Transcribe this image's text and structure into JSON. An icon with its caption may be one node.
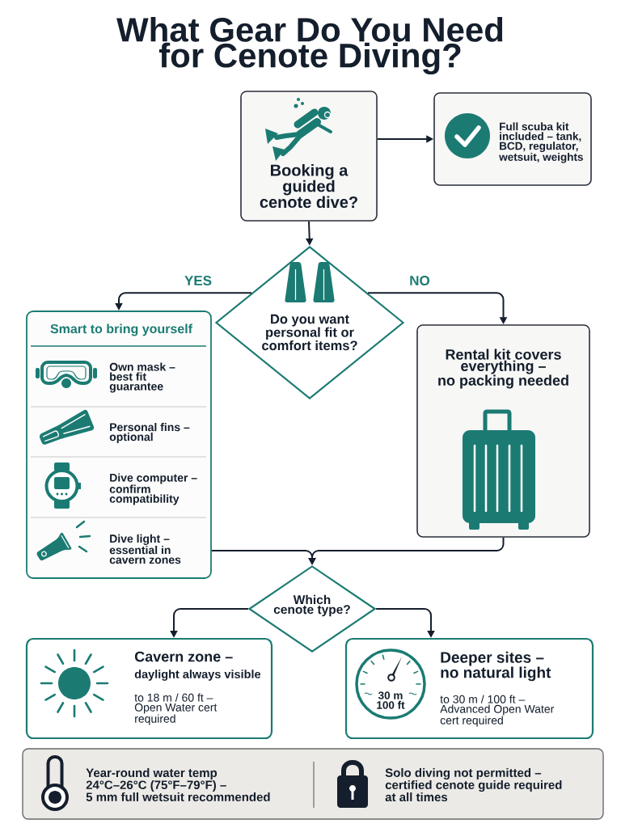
{
  "diagram": {
    "title": "What Gear Do You Need for Cenote Diving?",
    "nodes": [
      {
        "text": [
          "Booking a guided cenote dive?"
        ]
      },
      {
        "text": [
          "Full scuba kit included – tank, BCD, regulator, wetsuit, weights"
        ]
      },
      {
        "text": [
          "Do you want personal fit or comfort items?"
        ]
      },
      {
        "text": [
          "Smart to bring yourself",
          "Own mask – best fit guarantee",
          "Personal fins – optional",
          "Dive computer – confirm compatibility",
          "Dive light – essential in cavern zones"
        ]
      },
      {
        "text": [
          "Rental kit covers everything – no packing needed"
        ]
      },
      {
        "text": [
          "Which cenote type?"
        ]
      },
      {
        "text": [
          "Cavern zone –",
          "daylight always visible",
          "to 18 m / 60 ft – Open Water cert required"
        ]
      },
      {
        "text": [
          "Deeper sites – no natural light",
          "to 30 m / 100 ft – Advanced Open Water cert required"
        ]
      },
      {
        "text": [
          "30 m 100 ft"
        ],
        "in": 7
      },
      {
        "text": [
          "Year-round water temp 24°C–26°C (75°F–79°F) – 5 mm full wetsuit recommended",
          "Solo diving not permitted – certified cenote guide required at all times"
        ]
      }
    ],
    "edges": [
      {
        "from": 0,
        "to": 1,
        "arrow": "to"
      },
      {
        "from": 0,
        "to": 2,
        "arrow": "to"
      },
      {
        "from": 2,
        "to": 3,
        "arrow": "to",
        "label": "YES"
      },
      {
        "from": 2,
        "to": 4,
        "arrow": "to",
        "label": "NO"
      },
      {
        "from": 3,
        "to": 5,
        "arrow": "to"
      },
      {
        "from": 4,
        "to": 5,
        "arrow": "to"
      },
      {
        "from": 5,
        "to": 6,
        "arrow": "to"
      },
      {
        "from": 5,
        "to": 7,
        "arrow": "to"
      }
    ]
  }
}
